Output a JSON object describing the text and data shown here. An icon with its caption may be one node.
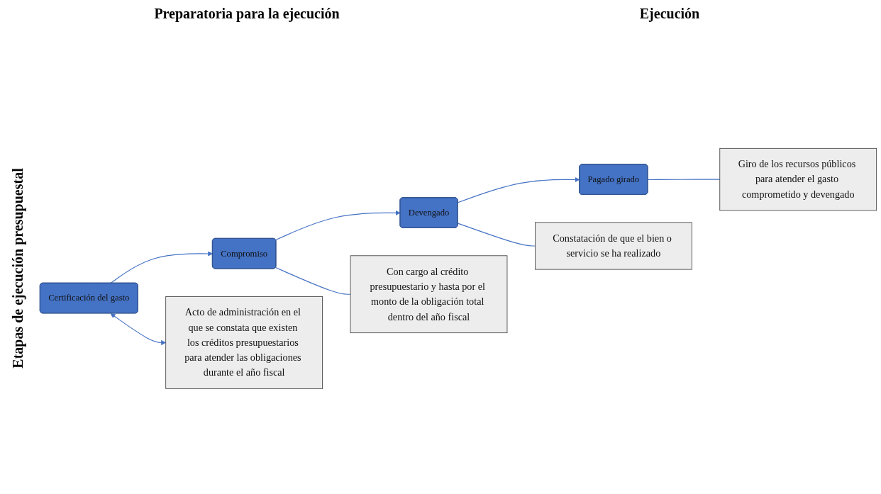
{
  "diagram": {
    "nodes": [
      {
        "text": [
          "Certificación del gasto"
        ]
      },
      {
        "text": [
          "Compromiso"
        ]
      },
      {
        "text": [
          "Devengado"
        ]
      },
      {
        "text": [
          "Pagado girado"
        ]
      },
      {
        "text": [
          "Acto de administración en el que se constata que existen los créditos presupuestarios para atender las obligaciones durante el año fiscal"
        ]
      },
      {
        "text": [
          "Con cargo al crédito presupuestario y hasta por el monto de la obligación total dentro del año fiscal"
        ]
      },
      {
        "text": [
          "Constatación de que el bien o servicio se ha realizado"
        ]
      },
      {
        "text": [
          "Giro de los recursos públicos para atender el gasto comprometido y devengado"
        ]
      }
    ],
    "edges": [
      {
        "from": 0,
        "to": 1,
        "arrow": "to"
      },
      {
        "from": 1,
        "to": 2,
        "arrow": "to"
      },
      {
        "from": 2,
        "to": 3,
        "arrow": "to"
      },
      {
        "from": 0,
        "to": 4,
        "arrow": "both"
      },
      {
        "from": 1,
        "to": 5,
        "arrow": "none"
      },
      {
        "from": 2,
        "to": 6,
        "arrow": "none"
      },
      {
        "from": 3,
        "to": 7,
        "arrow": "none"
      }
    ],
    "labels": [
      "Preparatoria para la ejecución",
      "Ejecución",
      "Etapas de ejecución presupuestal"
    ]
  }
}
